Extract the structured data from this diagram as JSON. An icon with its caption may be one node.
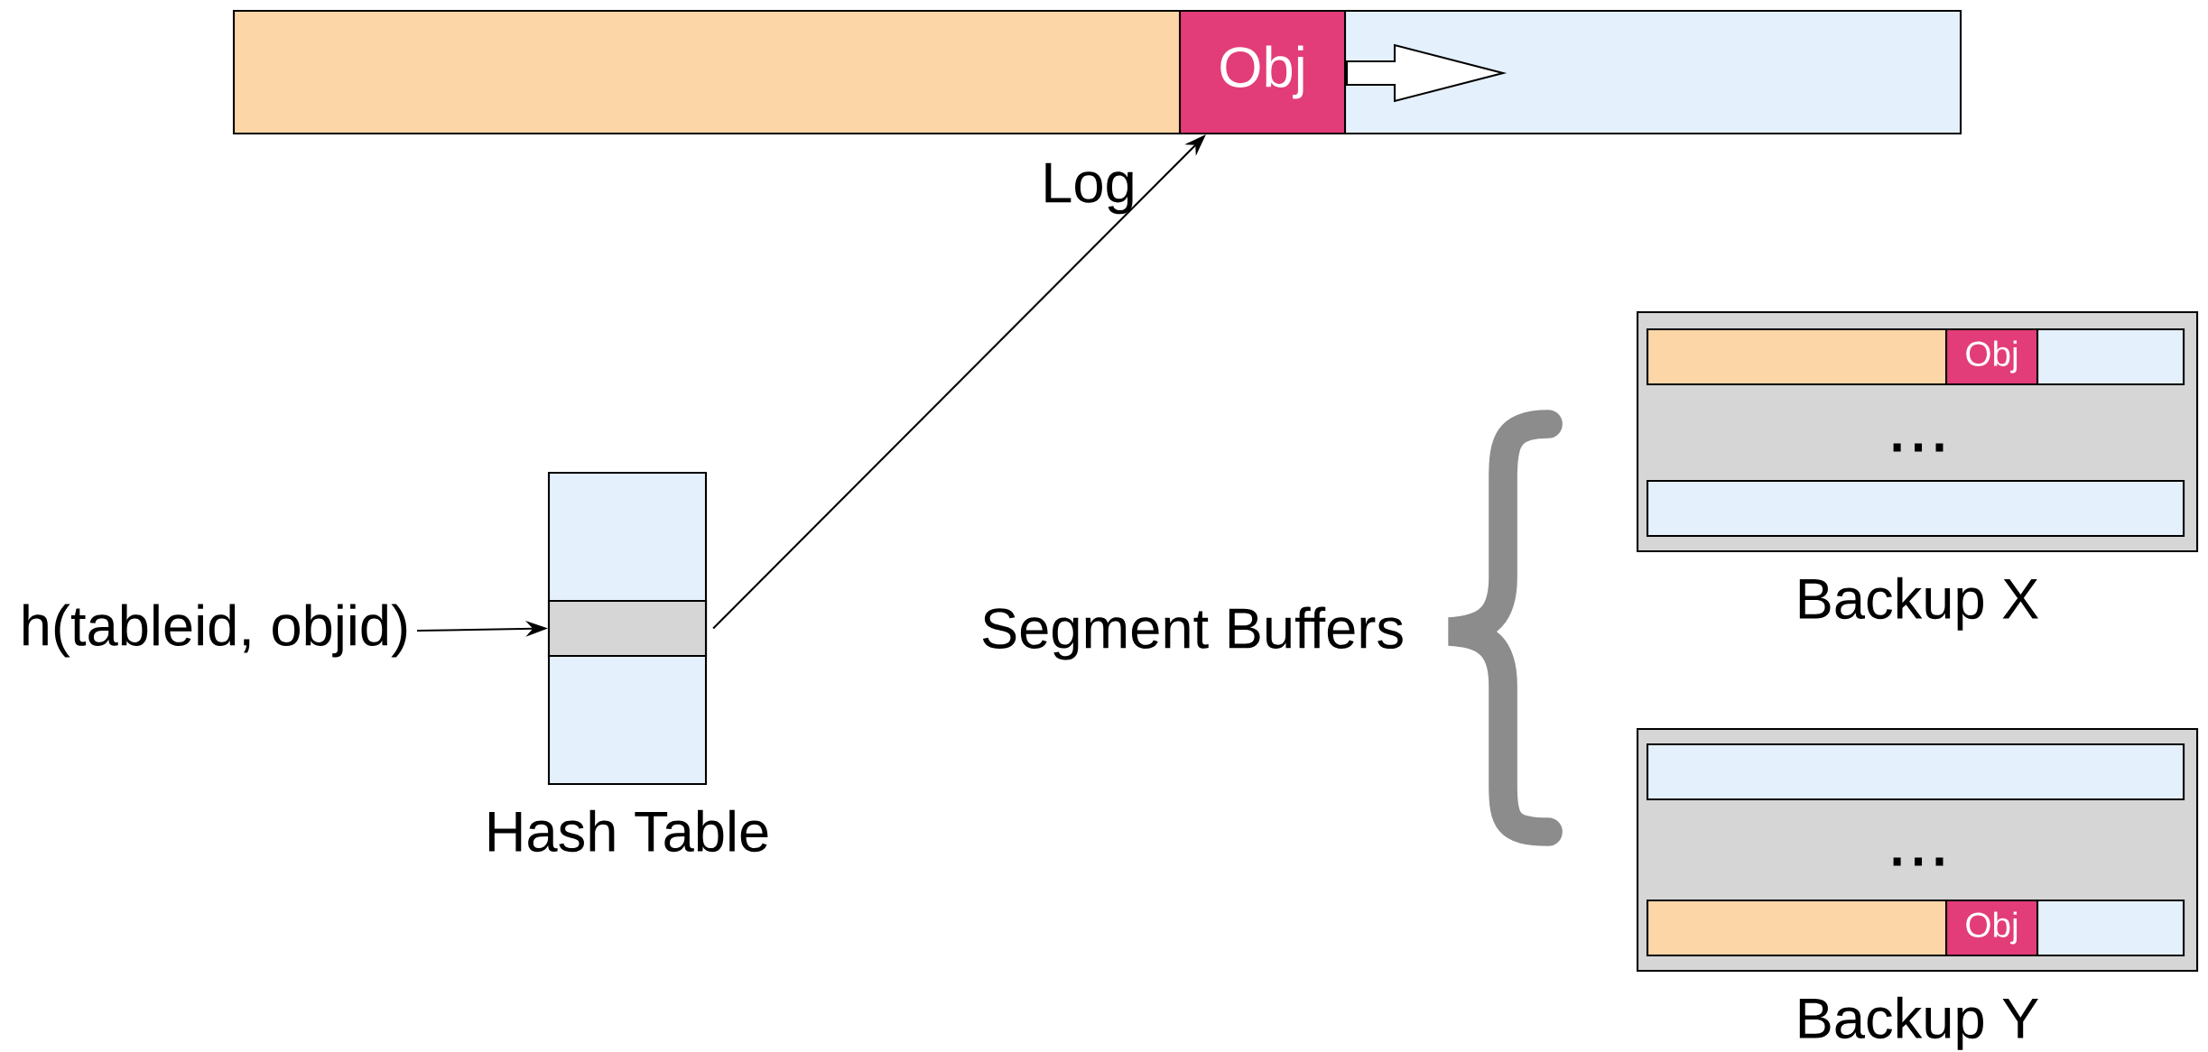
{
  "diagram": {
    "nodes": [
      {
        "text": [],
        "shape": "bar",
        "beside": [
          "Log"
        ]
      },
      {
        "text": [
          "Obj"
        ],
        "in": 0
      },
      {
        "text": [
          "Hash Table"
        ]
      },
      {
        "text": [],
        "shape": "box",
        "in": 2
      },
      {
        "text": [
          "h(tableid, objid)"
        ]
      },
      {
        "text": [
          "Backup X"
        ]
      },
      {
        "text": [],
        "shape": "bar",
        "in": 5
      },
      {
        "text": [
          "Obj"
        ],
        "in": 6
      },
      {
        "text": [],
        "shape": "bar",
        "in": 5
      },
      {
        "text": [
          "Backup Y"
        ]
      },
      {
        "text": [],
        "shape": "bar",
        "in": 9
      },
      {
        "text": [],
        "shape": "bar",
        "in": 9
      },
      {
        "text": [
          "Obj"
        ],
        "in": 11
      }
    ],
    "edges": [
      {
        "from": 4,
        "to": 3,
        "arrow": "to"
      },
      {
        "from": 3,
        "to": 1,
        "arrow": "to"
      }
    ],
    "labels": [
      "Segment Buffers",
      "...",
      "..."
    ]
  }
}
